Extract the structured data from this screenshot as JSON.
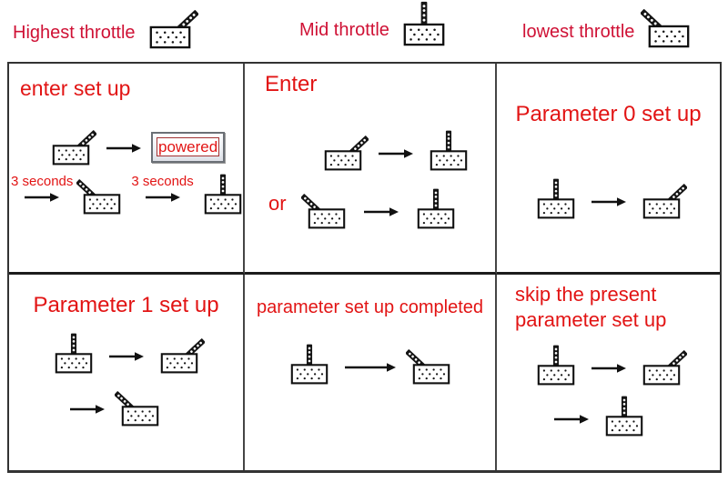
{
  "colors": {
    "title_text": "#e21414",
    "legend_text": "#cf1135",
    "grid_border": "#333333"
  },
  "legend": {
    "items": [
      {
        "label": "Highest throttle",
        "variant": "high"
      },
      {
        "label": "Mid throttle",
        "variant": "mid"
      },
      {
        "label": "lowest throttle",
        "variant": "low"
      }
    ]
  },
  "cells": [
    {
      "title": "enter set up",
      "rows": [
        {
          "items": [
            {
              "type": "throttle",
              "variant": "high"
            },
            {
              "type": "arrow"
            },
            {
              "type": "powered",
              "label": "powered"
            }
          ]
        },
        {
          "items": [
            {
              "type": "labeled-arrow",
              "label": "3 seconds"
            },
            {
              "type": "throttle",
              "variant": "low"
            },
            {
              "type": "labeled-arrow",
              "label": "3 seconds"
            },
            {
              "type": "throttle",
              "variant": "mid"
            }
          ]
        }
      ]
    },
    {
      "title": "Enter",
      "rows": [
        {
          "items": [
            {
              "type": "throttle",
              "variant": "high"
            },
            {
              "type": "arrow"
            },
            {
              "type": "throttle",
              "variant": "mid"
            }
          ]
        },
        {
          "items": [
            {
              "type": "text",
              "label": "or"
            },
            {
              "type": "throttle",
              "variant": "low"
            },
            {
              "type": "arrow"
            },
            {
              "type": "throttle",
              "variant": "mid"
            }
          ]
        }
      ]
    },
    {
      "title": "Parameter 0 set up",
      "rows": [
        {
          "items": [
            {
              "type": "throttle",
              "variant": "mid"
            },
            {
              "type": "arrow"
            },
            {
              "type": "throttle",
              "variant": "high"
            }
          ]
        }
      ]
    },
    {
      "title": "Parameter 1 set up",
      "rows": [
        {
          "items": [
            {
              "type": "throttle",
              "variant": "mid"
            },
            {
              "type": "arrow"
            },
            {
              "type": "throttle",
              "variant": "high"
            }
          ]
        },
        {
          "items": [
            {
              "type": "arrow"
            },
            {
              "type": "throttle",
              "variant": "low"
            }
          ]
        }
      ]
    },
    {
      "title": "parameter set up completed",
      "rows": [
        {
          "items": [
            {
              "type": "throttle",
              "variant": "mid"
            },
            {
              "type": "arrow",
              "long": true
            },
            {
              "type": "throttle",
              "variant": "low"
            }
          ]
        }
      ]
    },
    {
      "title": "skip the present parameter set up",
      "rows": [
        {
          "items": [
            {
              "type": "throttle",
              "variant": "mid"
            },
            {
              "type": "arrow"
            },
            {
              "type": "throttle",
              "variant": "high"
            }
          ]
        },
        {
          "items": [
            {
              "type": "arrow"
            },
            {
              "type": "throttle",
              "variant": "mid"
            }
          ]
        }
      ]
    }
  ]
}
